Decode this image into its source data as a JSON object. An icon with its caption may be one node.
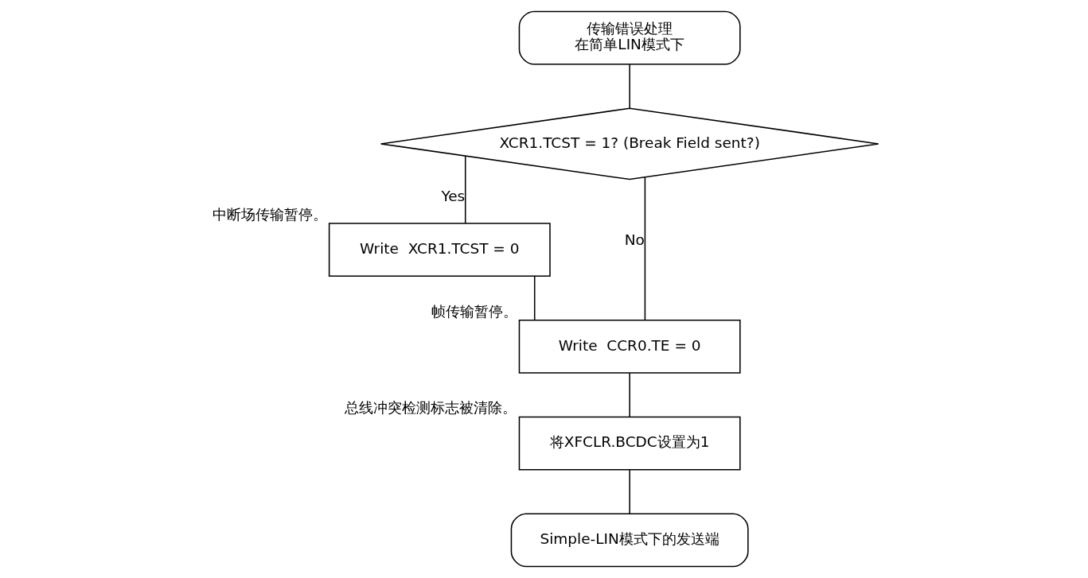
{
  "diagram": {
    "nodes": [
      {
        "text": [
          "传输错误处理",
          "在简单LIN模式下"
        ]
      },
      {
        "text": [
          "XCR1.TCST = 1? (Break Field sent?)"
        ]
      },
      {
        "text": [
          "Write  XCR1.TCST = 0"
        ],
        "beside": [
          "中断场传输暂停。"
        ]
      },
      {
        "text": [
          "Write  CCR0.TE = 0"
        ],
        "beside": [
          "帧传输暂停。"
        ]
      },
      {
        "text": [
          "将XFCLR.BCDC设置为1"
        ],
        "beside": [
          "总线冲突检测标志被清除。"
        ]
      },
      {
        "text": [
          "Simple-LIN模式下的发送端"
        ]
      }
    ],
    "edges": [
      {
        "from": 0,
        "to": 1,
        "arrow": "none"
      },
      {
        "from": 1,
        "to": 2,
        "arrow": "none",
        "label": "Yes"
      },
      {
        "from": 1,
        "to": 3,
        "arrow": "none",
        "label": "No"
      },
      {
        "from": 2,
        "to": 3,
        "arrow": "none"
      },
      {
        "from": 3,
        "to": 4,
        "arrow": "none"
      },
      {
        "from": 4,
        "to": 5,
        "arrow": "none"
      }
    ]
  }
}
